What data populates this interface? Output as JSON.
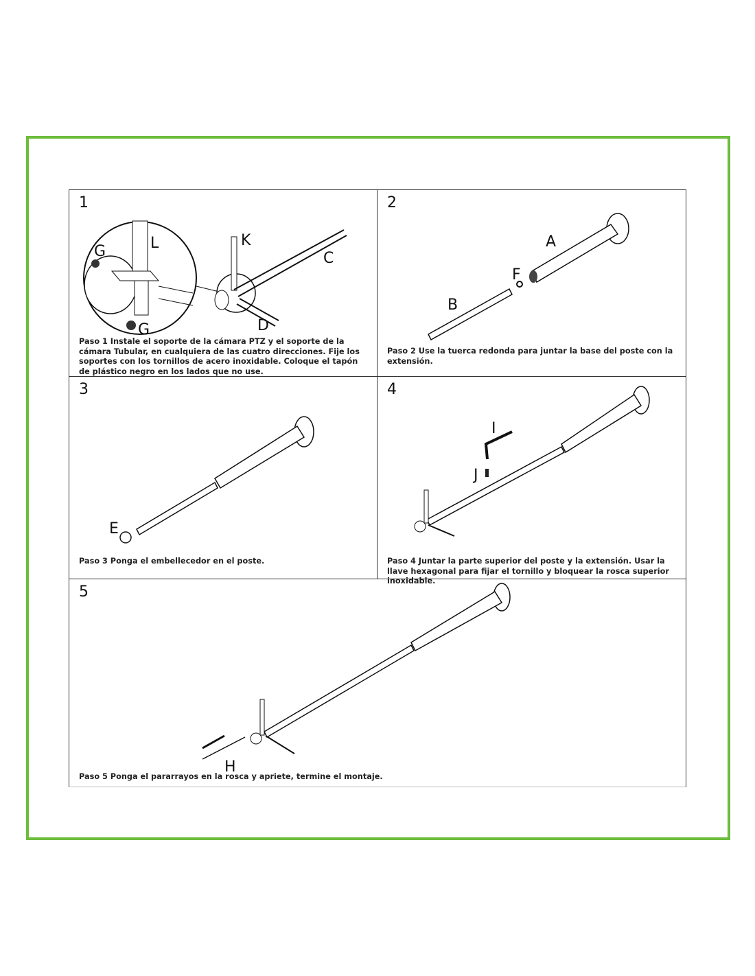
{
  "steps": [
    {
      "number": "1",
      "caption": "Paso 1 Instale el soporte de la cámara PTZ y el soporte de la cámara Tubular, en cualquiera de las cuatro direcciones. Fije los soportes con los tornillos de acero inoxidable. Coloque el tapón de plástico negro en los lados que no use.",
      "labels": {
        "g1": "G",
        "l": "L",
        "k": "K",
        "c": "C",
        "g2": "G",
        "d": "D"
      }
    },
    {
      "number": "2",
      "caption": "Paso 2 Use la tuerca redonda para juntar la base del poste con la extensión.",
      "labels": {
        "a": "A",
        "f": "F",
        "b": "B"
      }
    },
    {
      "number": "3",
      "caption": "Paso 3 Ponga el embellecedor en el poste.",
      "labels": {
        "e": "E"
      }
    },
    {
      "number": "4",
      "caption": "Paso 4  Juntar la parte superior del poste y la extensión. Usar la llave hexagonal para fijar el tornillo y bloquear la rosca superior inoxidable.",
      "labels": {
        "i": "I",
        "j": "J"
      }
    },
    {
      "number": "5",
      "caption": "Paso 5 Ponga el pararrayos en la rosca y apriete, termine el montaje.",
      "labels": {
        "h": "H"
      }
    }
  ]
}
